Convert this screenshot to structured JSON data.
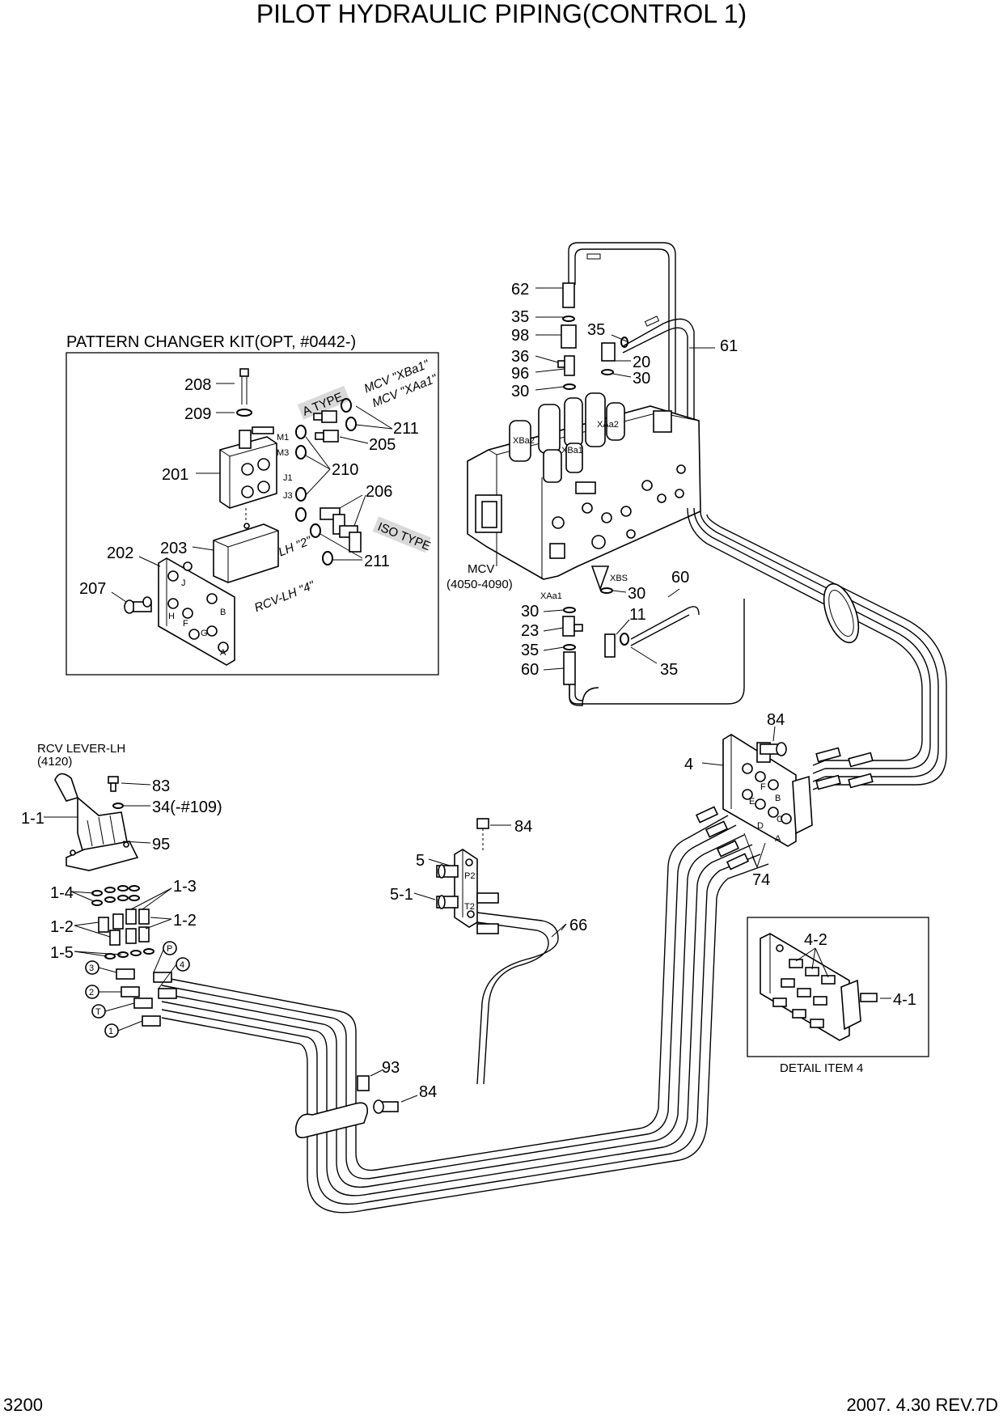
{
  "title": "PILOT HYDRAULIC PIPING(CONTROL 1)",
  "page_number": "3200",
  "revision": "2007. 4.30  REV.7D",
  "kit": {
    "title": "PATTERN CHANGER KIT(OPT, #0442-)",
    "a_type": "A TYPE",
    "iso_type": "ISO TYPE",
    "mcv_xba1": "MCV \"XBa1\"",
    "mcv_xaa1": "MCV \"XAa1\"",
    "rcv_lh_2": "RCV-LH  \"2\"",
    "rcv_lh_4": "RCV-LH  \"4\"",
    "ports": [
      "M1",
      "M3",
      "J1",
      "J3"
    ],
    "plate_ports": [
      "J",
      "H",
      "F",
      "G",
      "B",
      "A"
    ],
    "labels": [
      "208",
      "209",
      "201",
      "211",
      "205",
      "210",
      "206",
      "202",
      "203",
      "207",
      "211"
    ]
  },
  "mcv": {
    "name": "MCV",
    "range": "(4050-4090)",
    "ports": [
      "XBa2",
      "XBa1",
      "XAa2",
      "XAa1",
      "XBS"
    ],
    "labels_top": [
      "62",
      "35",
      "98",
      "35",
      "36",
      "96",
      "30",
      "20",
      "30",
      "61"
    ],
    "labels_bottom": [
      "30",
      "60",
      "30",
      "11",
      "23",
      "35",
      "60",
      "35"
    ]
  },
  "rcv": {
    "name": "RCV LEVER-LH",
    "code": "(4120)",
    "labels": [
      "1-1",
      "83",
      "34(-#109)",
      "95",
      "1-4",
      "1-3",
      "1-2",
      "1-2",
      "1-5"
    ],
    "ports": [
      "3",
      "P",
      "2",
      "4",
      "T",
      "1"
    ]
  },
  "block4": {
    "labels": [
      "84",
      "4",
      "74"
    ],
    "ports": [
      "F",
      "E",
      "B",
      "C",
      "D",
      "A"
    ]
  },
  "block5": {
    "labels": [
      "84",
      "5",
      "5-1",
      "66"
    ],
    "ports": [
      "P2",
      "T2"
    ]
  },
  "clamp": {
    "labels": [
      "93",
      "84"
    ]
  },
  "detail": {
    "title": "DETAIL ITEM 4",
    "labels": [
      "4-2",
      "4-1"
    ]
  }
}
